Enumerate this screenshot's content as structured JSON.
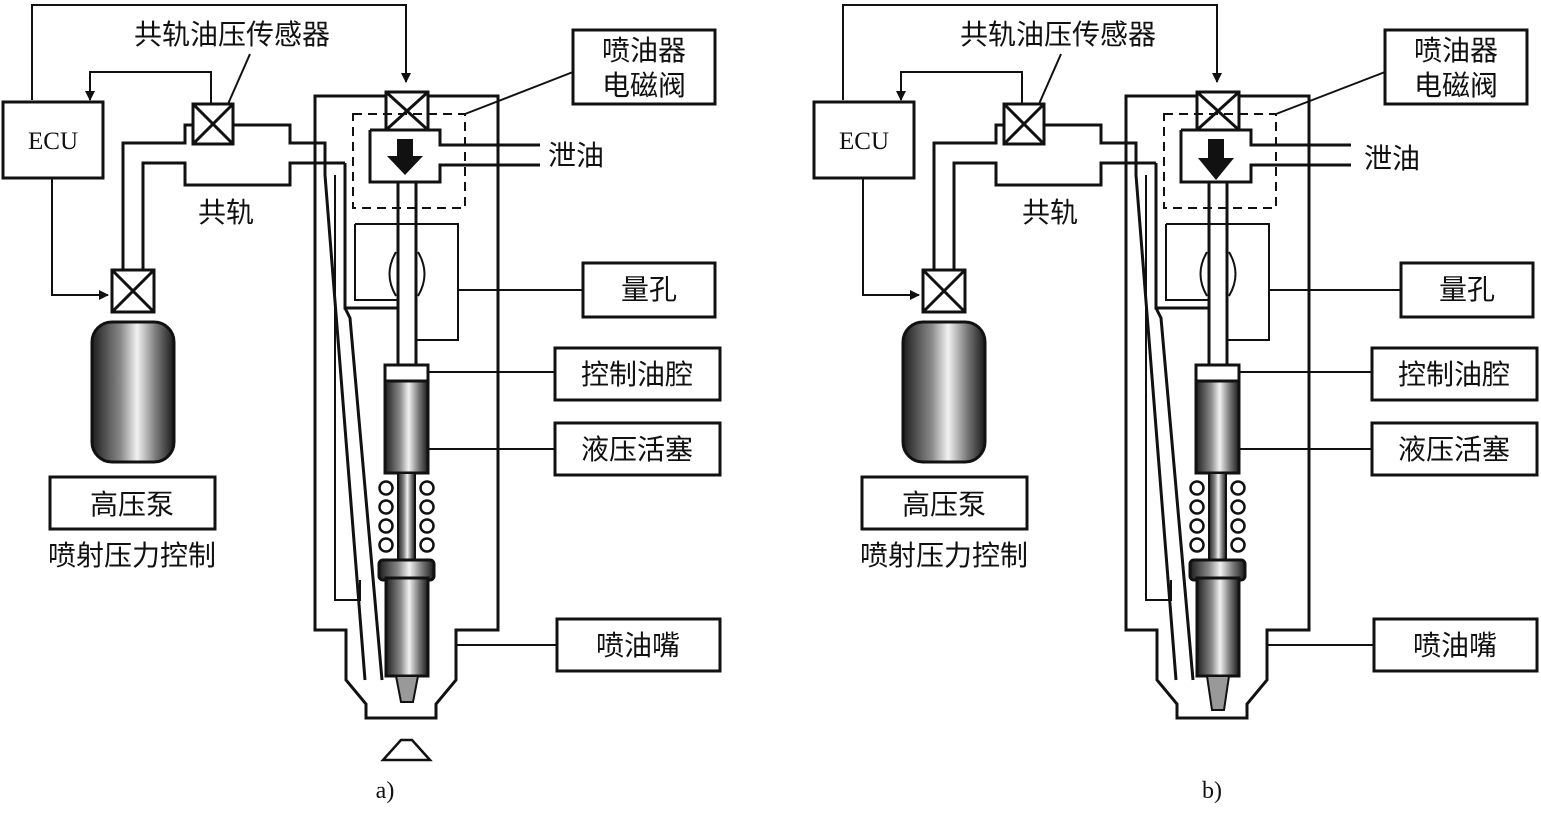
{
  "panels": [
    {
      "caption": "a)",
      "state": "injecting",
      "labels": {
        "ecu": "ECU",
        "rail_sensor": "共轨油压传感器",
        "injector_valve": [
          "喷油器",
          "电磁阀"
        ],
        "leak": "泄油",
        "rail": "共轨",
        "orifice": "量孔",
        "control_chamber": "控制油腔",
        "hydraulic_piston": "液压活塞",
        "nozzle": "喷油嘴",
        "pump": "高压泵",
        "pressure_control": "喷射压力控制"
      }
    },
    {
      "caption": "b)",
      "state": "closed",
      "labels": {
        "ecu": "ECU",
        "rail_sensor": "共轨油压传感器",
        "injector_valve": [
          "喷油器",
          "电磁阀"
        ],
        "leak": "泄油",
        "rail": "共轨",
        "orifice": "量孔",
        "control_chamber": "控制油腔",
        "hydraulic_piston": "液压活塞",
        "nozzle": "喷油嘴",
        "pump": "高压泵",
        "pressure_control": "喷射压力控制"
      }
    }
  ]
}
